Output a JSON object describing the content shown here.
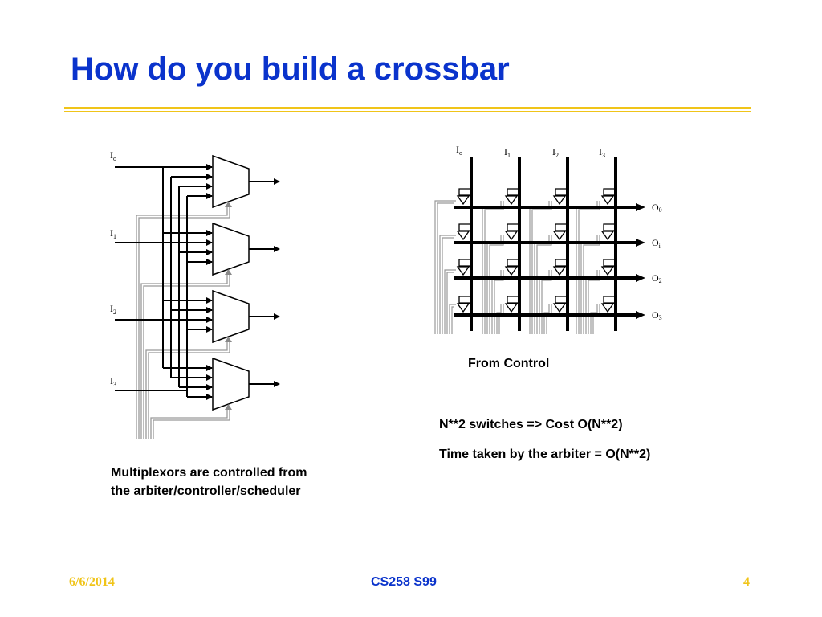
{
  "slide": {
    "title": "How do you build a crossbar"
  },
  "mux_diagram": {
    "inputs": [
      {
        "letter": "I",
        "sub": "o"
      },
      {
        "letter": "I",
        "sub": "1"
      },
      {
        "letter": "I",
        "sub": "2"
      },
      {
        "letter": "I",
        "sub": "3"
      }
    ],
    "caption_line1": "Multiplexors are controlled from",
    "caption_line2": "the arbiter/controller/scheduler"
  },
  "crossbar_diagram": {
    "inputs": [
      {
        "letter": "I",
        "sub": "o"
      },
      {
        "letter": "I",
        "sub": "1"
      },
      {
        "letter": "I",
        "sub": "2"
      },
      {
        "letter": "I",
        "sub": "3"
      }
    ],
    "outputs": [
      {
        "letter": "O",
        "sub": "0"
      },
      {
        "letter": "O",
        "sub": "i"
      },
      {
        "letter": "O",
        "sub": "2"
      },
      {
        "letter": "O",
        "sub": "3"
      }
    ],
    "control_label": "From Control",
    "note1": "N**2 switches => Cost O(N**2)",
    "note2": "Time taken by the arbiter = O(N**2)"
  },
  "footer": {
    "date": "6/6/2014",
    "course": "CS258 S99",
    "page": "4"
  },
  "colors": {
    "title": "#0a33cc",
    "rule": "#f0c419",
    "control_wire": "#999999"
  }
}
